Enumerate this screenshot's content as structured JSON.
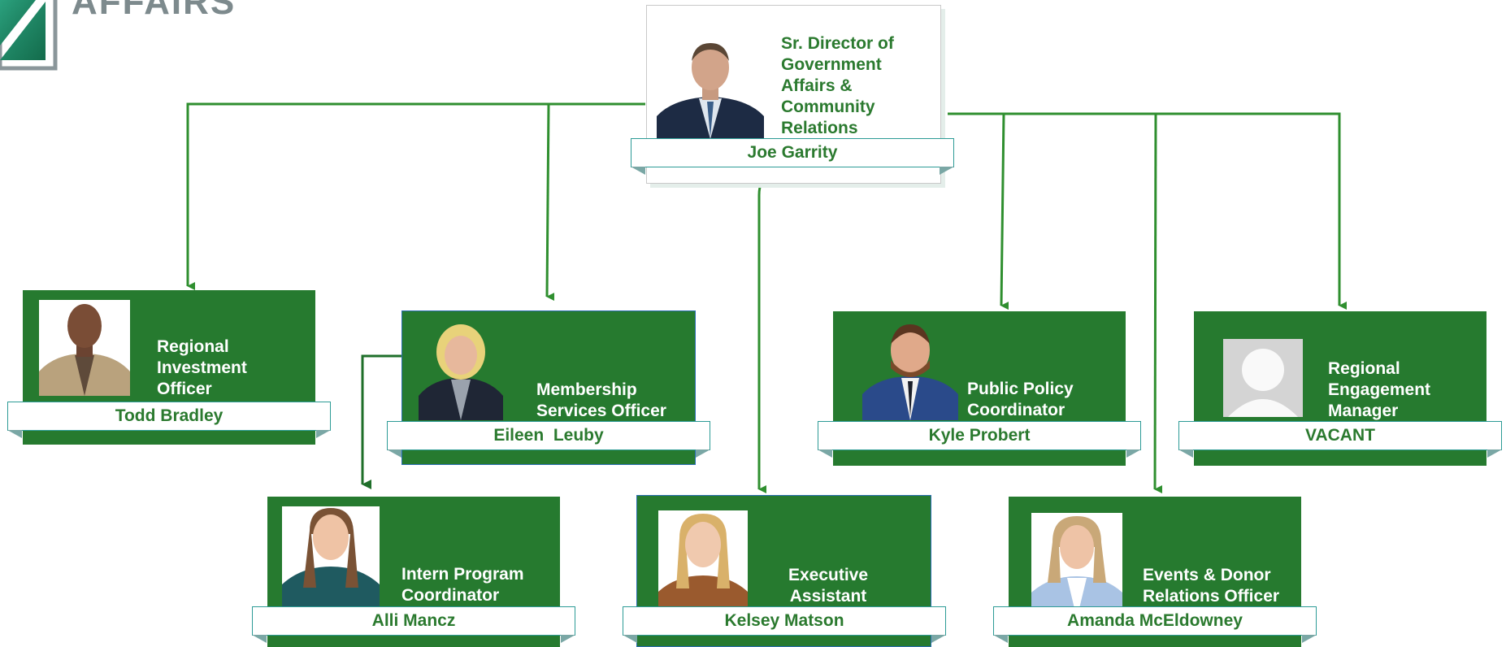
{
  "logo": {
    "text": "AFFAIRS",
    "color": "#1f8a6a"
  },
  "colors": {
    "card_green": "#267a2f",
    "name_green": "#2b7a2f",
    "line_green": "#2f8f2f",
    "ribbon_border": "#2c9b96"
  },
  "director": {
    "title": "Sr. Director of Government Affairs & Community Relations",
    "name": "Joe Garrity"
  },
  "row1": [
    {
      "title": "Regional Investment Officer",
      "name": "Todd Bradley"
    },
    {
      "title": "Membership Services Officer",
      "name": "Eileen  Leuby"
    },
    {
      "title": "Public Policy Coordinator",
      "name": "Kyle Probert"
    },
    {
      "title": "Regional Engagement Manager",
      "name": "VACANT"
    }
  ],
  "row2": [
    {
      "title": "Intern Program Coordinator",
      "name": "Alli Mancz"
    },
    {
      "title": "Executive Assistant",
      "name": "Kelsey Matson"
    },
    {
      "title": "Events & Donor Relations Officer",
      "name": "Amanda McEldowney"
    }
  ]
}
